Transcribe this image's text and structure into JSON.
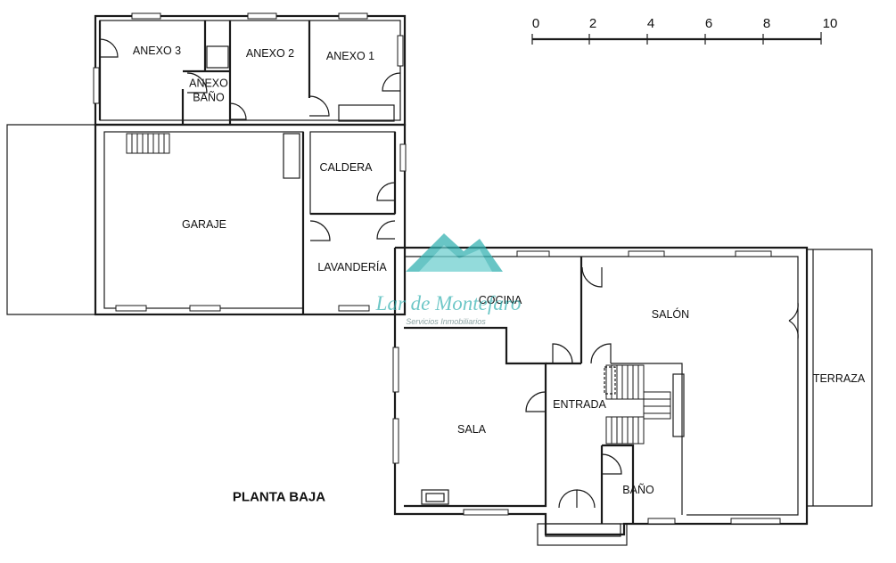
{
  "plan": {
    "title": "PLANTA BAJA",
    "scale_ticks": [
      "0",
      "2",
      "4",
      "6",
      "8",
      "10"
    ]
  },
  "rooms": {
    "anexo3": "ANEXO 3",
    "anexo2": "ANEXO 2",
    "anexo1": "ANEXO 1",
    "anexo_bano": "ANEXO BAÑO",
    "caldera": "CALDERA",
    "garaje": "GARAJE",
    "lavanderia": "LAVANDERÍA",
    "cocina": "COCINA",
    "salon": "SALÓN",
    "terraza": "TERRAZA",
    "entrada": "ENTRADA",
    "sala": "SALA",
    "bano": "BAÑO"
  },
  "watermark": {
    "name": "Lar de Montefaro",
    "subtitle": "Servicios Inmobiliarios",
    "color": "#36b2b2"
  }
}
